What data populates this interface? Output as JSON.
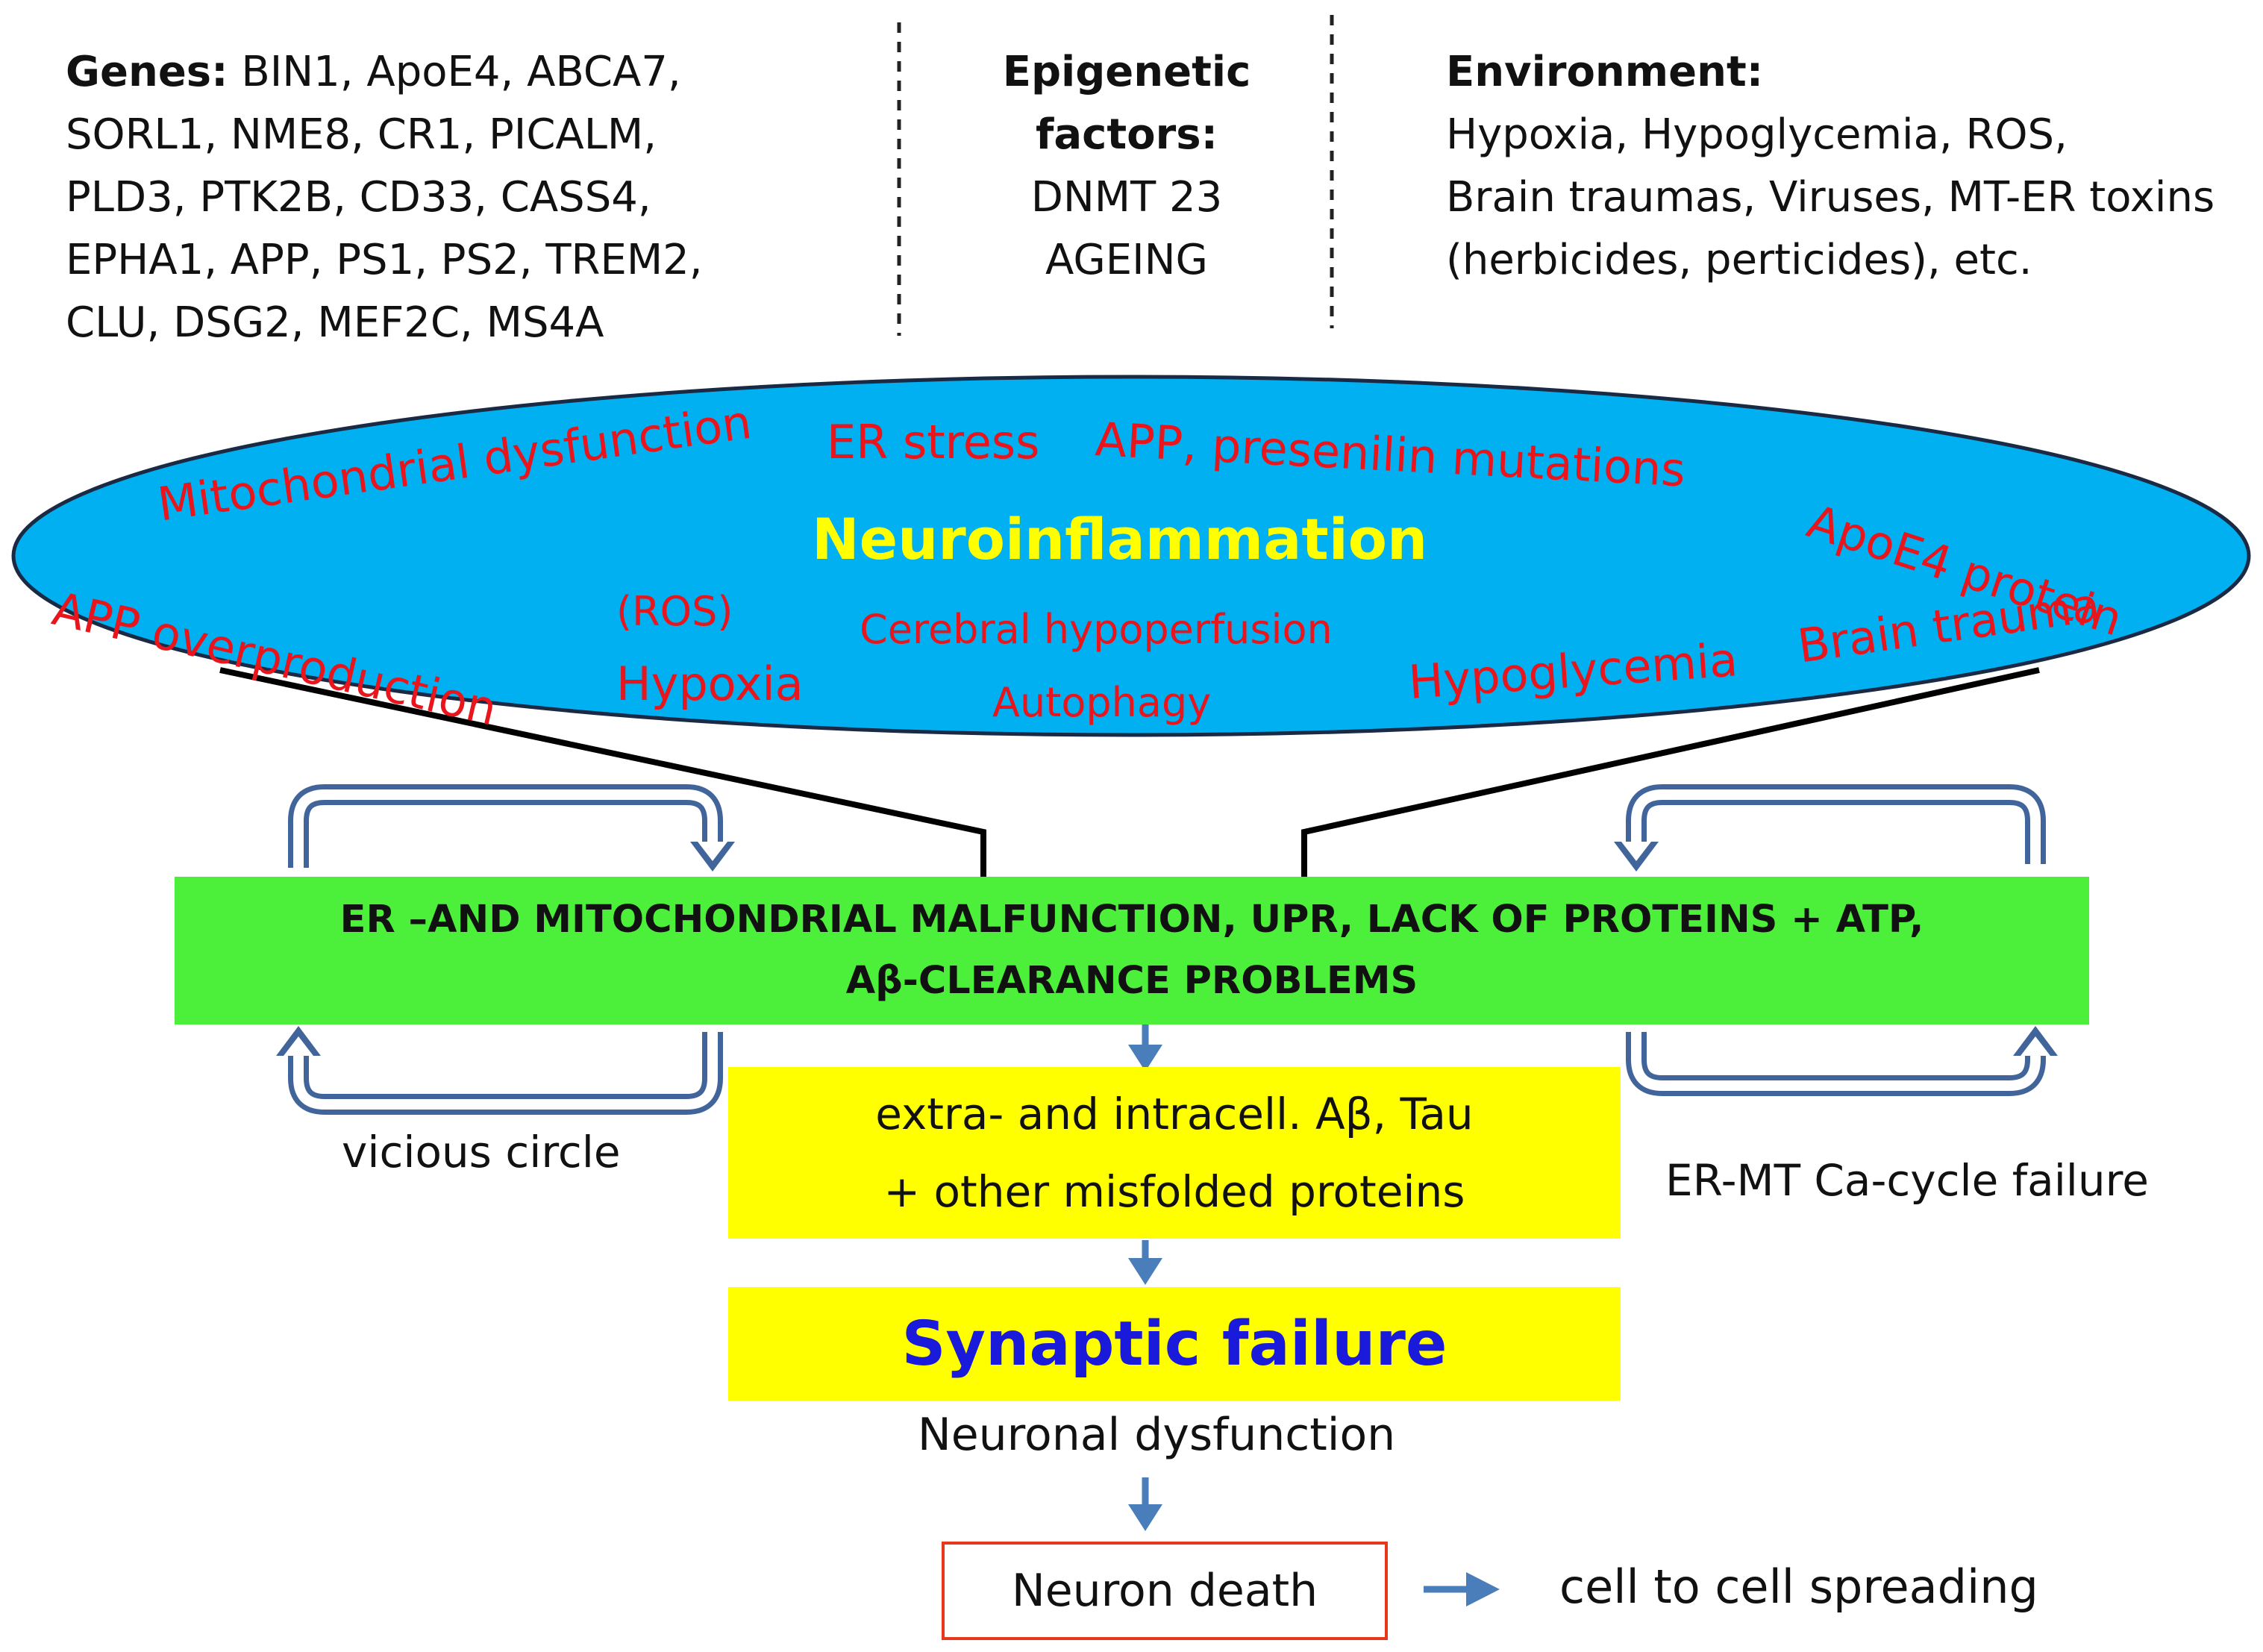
{
  "genes": {
    "heading": "Genes:",
    "lines": [
      "BIN1, ApoE4, ABCA7,",
      "SORL1, NME8, CR1, PICALM,",
      "PLD3, PTK2B, CD33, CASS4,",
      "EPHA1, APP, PS1, PS2, TREM2,",
      "CLU, DSG2, MEF2C, MS4A"
    ]
  },
  "epigenetic": {
    "heading_line1": "Epigenetic",
    "heading_line2": "factors:",
    "items": [
      "DNMT 23",
      "AGEING"
    ]
  },
  "environment": {
    "heading": "Environment:",
    "lines": [
      "Hypoxia, Hypoglycemia, ROS,",
      "Brain traumas, Viruses, MT-ER toxins",
      "(herbicides, perticides), etc."
    ]
  },
  "ellipse": {
    "center": "Neuroinflammation",
    "terms": {
      "mito": "Mitochondrial dysfunction",
      "er_stress": "ER stress",
      "app_presenilin": "APP, presenilin mutations",
      "apoe4": "ApoE4 protein",
      "app_over": "APP overproduction",
      "ros": "(ROS)",
      "hypoxia": "Hypoxia",
      "cerebral": "Cerebral hypoperfusion",
      "autophagy": "Autophagy",
      "hypoglycemia": "Hypoglycemia",
      "brain_trauma": "Brain trauma"
    }
  },
  "green_box": {
    "line1": "ER –AND MITOCHONDRIAL MALFUNCTION, UPR, LACK OF PROTEINS + ATP,",
    "line2": "Aβ-CLEARANCE PROBLEMS"
  },
  "left_loop_label": "vicious circle",
  "right_loop_label": "ER-MT Ca-cycle failure",
  "misfolded_box": {
    "line1": "extra- and intracell. Aβ, Tau",
    "line2": "+ other misfolded proteins"
  },
  "synaptic_box": {
    "label": "Synaptic failure"
  },
  "neuronal_dysfunction": "Neuronal dysfunction",
  "neuron_death": "Neuron death",
  "cell_spreading": "cell to cell spreading",
  "colors": {
    "ellipse_fill": "#00b0f0",
    "ellipse_red_text": "#e8151c",
    "neuroinflammation_text": "#ffff00",
    "green_box": "#4cf03a",
    "yellow_box": "#ffff00",
    "arrow_blue": "#4a7ebb",
    "synaptic_text": "#1a1adb",
    "death_border": "#e8381c"
  }
}
